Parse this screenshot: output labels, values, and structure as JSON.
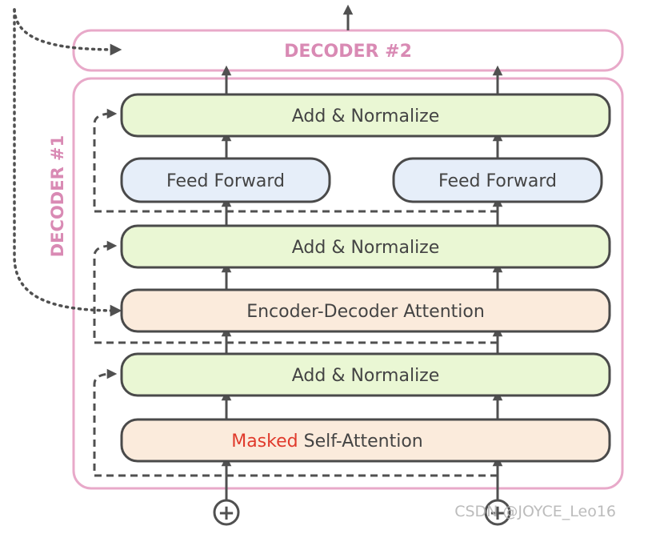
{
  "decoder2": {
    "label": "DECODER #2"
  },
  "decoder1": {
    "label": "DECODER #1"
  },
  "blocks": {
    "add_norm_top": "Add & Normalize",
    "ffn_left": "Feed Forward",
    "ffn_right": "Feed Forward",
    "add_norm_mid": "Add & Normalize",
    "enc_dec_attention": "Encoder-Decoder Attention",
    "add_norm_bottom": "Add & Normalize",
    "masked_prefix": "Masked",
    "self_attention": "Self-Attention"
  },
  "inputs": {
    "plus_symbol": "+"
  },
  "watermark": "CSDN @JOYCE_Leo16",
  "colors": {
    "decoder_border": "#e8a9c9",
    "decoder_label": "#d98ab4",
    "add_norm_fill": "#eaf7d4",
    "ffn_fill": "#e6eef9",
    "attention_fill": "#fbebdc",
    "block_border": "#4a4a4a",
    "masked_text": "#e03a2c",
    "arrow": "#505050"
  }
}
